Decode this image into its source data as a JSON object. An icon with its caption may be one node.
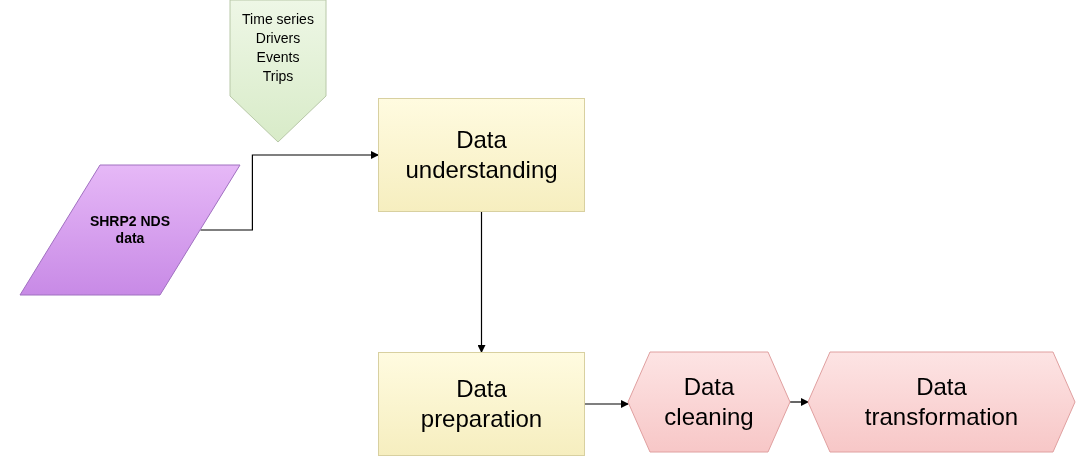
{
  "diagram": {
    "nodes": [
      {
        "text": [
          "Time series",
          "Drivers",
          "Events",
          "Trips"
        ]
      },
      {
        "text": [
          "SHRP2 NDS data"
        ]
      },
      {
        "text": [
          "Data understanding"
        ]
      },
      {
        "text": [
          "Data preparation"
        ]
      },
      {
        "text": [
          "Data cleaning"
        ]
      },
      {
        "text": [
          "Data transformation"
        ]
      }
    ],
    "edges": [
      {
        "from": 1,
        "to": 2,
        "arrow": "to"
      },
      {
        "from": 2,
        "to": 3,
        "arrow": "to"
      },
      {
        "from": 3,
        "to": 4,
        "arrow": "to"
      },
      {
        "from": 4,
        "to": 5,
        "arrow": "to"
      }
    ]
  }
}
